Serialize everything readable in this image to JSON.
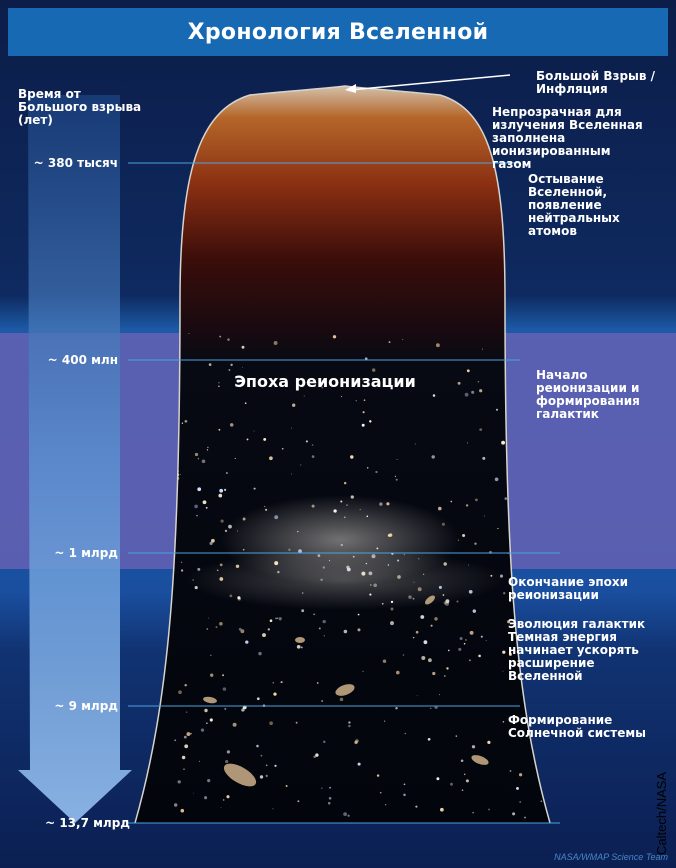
{
  "title": "Хронология Вселенной",
  "axis_label": "Время от Большого взрыва (лет)",
  "ticks": [
    "~ 380 тысяч",
    "~ 400 млн",
    "~ 1 млрд",
    "~ 9 млрд",
    "~ 13,7 млрд"
  ],
  "era_title": "Эпоха реионизации",
  "events": {
    "big_bang": "Большой Взрыв / Инфляция",
    "opaque": "Непрозрачная для излучения Вселенная заполнена ионизированным газом",
    "cooling": "Остывание Вселенной, появление нейтральных атомов",
    "reionization_start": "Начало реионизации и формирования галактик",
    "reionization_end": "Окончание эпохи реионизации",
    "evolution": "Эволюция галактик Темная энергия начинает ускорять расширение Вселенной",
    "solar_system": "Формирование Солнечной системы"
  },
  "credit": "Caltech/NASA",
  "watermark": "NASA/WMAP Science Team",
  "colors": {
    "title_bar": "#1769b4",
    "background": "#0b1c45",
    "reionization_band": "#6b63b5",
    "timeline_lines": "#4aa3df"
  }
}
